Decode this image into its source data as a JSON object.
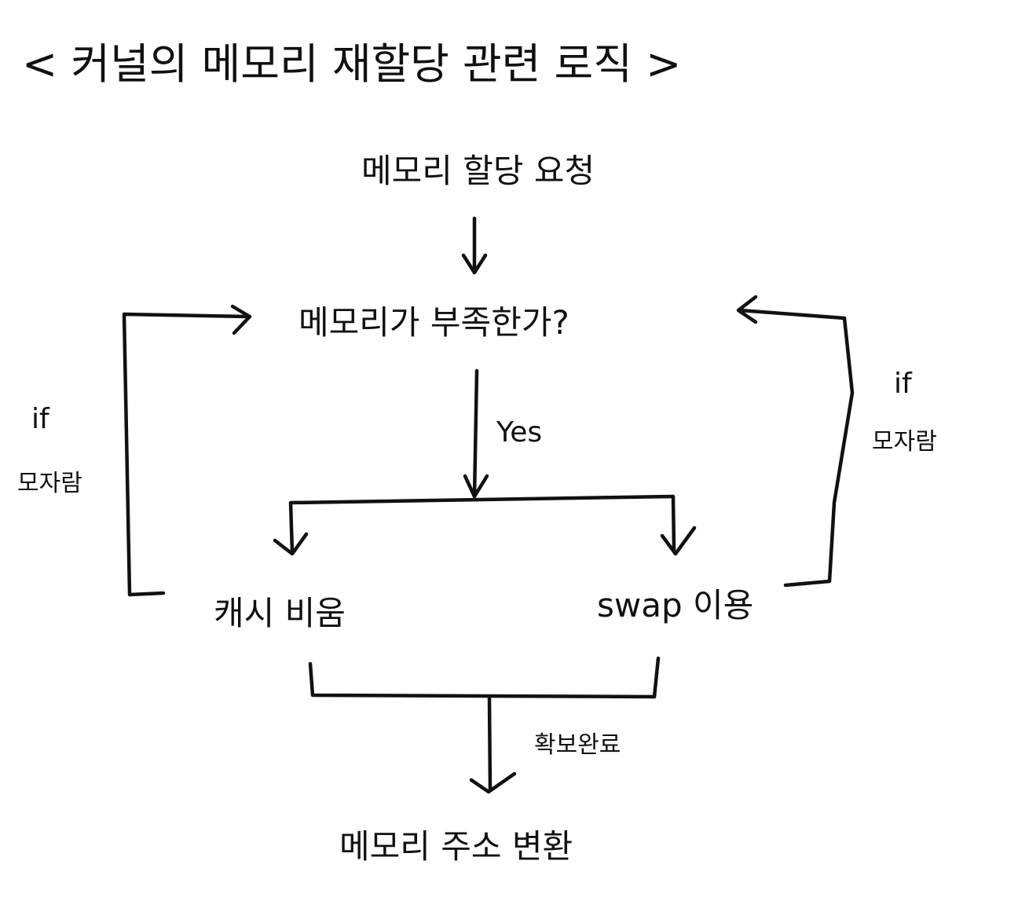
{
  "title": "< 커널의 메모리 재할당 관련 로직 >",
  "nodes": {
    "request": "메모리 할당 요청",
    "check": "메모리가 부족한가?",
    "cache": "캐시 비움",
    "swap": "swap 이용",
    "result": "메모리 주소 변환"
  },
  "edges": {
    "yes": "Yes",
    "secured": "확보완료",
    "left_if": "if",
    "left_insufficient": "모자람",
    "right_if": "if",
    "right_insufficient": "모자람"
  }
}
